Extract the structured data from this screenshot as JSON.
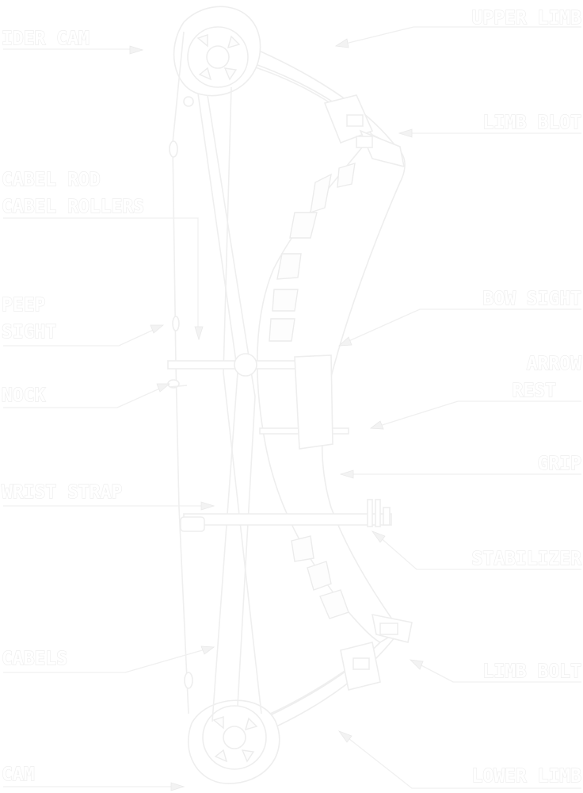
{
  "labels": {
    "idler_cam": "IDER CAM",
    "upper_limb": "UPPER LIMB",
    "limb_bolt_upper": "LIMB BLOT",
    "cable_rod": "CABEL ROD",
    "cable_rollers": "CABEL ROLLERS",
    "peep_sight_1": "PEEP",
    "peep_sight_2": "SIGHT",
    "bow_sight": "BOW SIGHT",
    "arrow_rest_1": "ARROW",
    "arrow_rest_2": "REST",
    "nock": "NOCK",
    "grip": "GRIP",
    "wrist_strap": "WRIST STRAP",
    "stabilizer": "STABILIZER",
    "cables": "CABELS",
    "limb_bolt_lower": "LIMB BOLT",
    "cam": "CAM",
    "lower_limb": "LOWER LIMB"
  },
  "colors": {
    "background": "#ffffff",
    "ink": "#eeeeee"
  },
  "icons": {
    "bow": "compound-bow-icon"
  }
}
